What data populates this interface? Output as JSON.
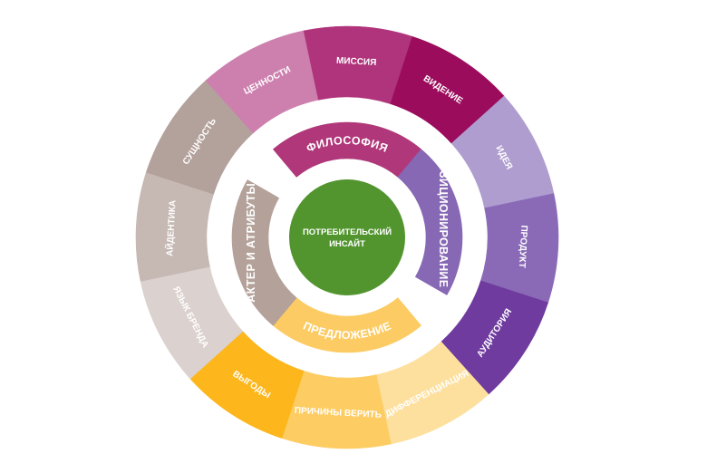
{
  "center": {
    "line1": "ПОТРЕБИТЕЛЬСКИЙ",
    "line2": "ИНСАЙТ",
    "color": "#52952f"
  },
  "inner_ring": [
    {
      "label": "ФИЛОСОФИЯ",
      "color": "#b03779"
    },
    {
      "label": "ПОЗИЦИОНИРОВАНИЕ",
      "color": "#8768b4"
    },
    {
      "label": "ПРЕДЛОЖЕНИЕ",
      "color": "#fccb63"
    },
    {
      "label": "ХАРАКТЕР И АТРИБУТЫ",
      "color": "#b3a19a"
    }
  ],
  "outer_ring": [
    {
      "label": "МИССИЯ",
      "color": "#b0347b"
    },
    {
      "label": "ВИДЕНИЕ",
      "color": "#9c0c5d"
    },
    {
      "label": "ИДЕЯ",
      "color": "#af9dd0"
    },
    {
      "label": "ПРОДУКТ",
      "color": "#8a6ab6"
    },
    {
      "label": "АУДИТОРИЯ",
      "color": "#6f3b9f"
    },
    {
      "label": "ДИФФЕРЕНЦИАЦИЯ",
      "color": "#fde09e"
    },
    {
      "label": "ПРИЧИНЫ ВЕРИТЬ",
      "color": "#fdcd63"
    },
    {
      "label": "ВЫГОДЫ",
      "color": "#fdb61b"
    },
    {
      "label": "ЯЗЫК БРЕНДА",
      "color": "#dbd1ce"
    },
    {
      "label": "АЙДЕНТИКА",
      "color": "#c6b8b3"
    },
    {
      "label": "СУЩНОСТЬ",
      "color": "#b3a19b"
    },
    {
      "label": "ЦЕННОСТИ",
      "color": "#cd7fae"
    }
  ]
}
